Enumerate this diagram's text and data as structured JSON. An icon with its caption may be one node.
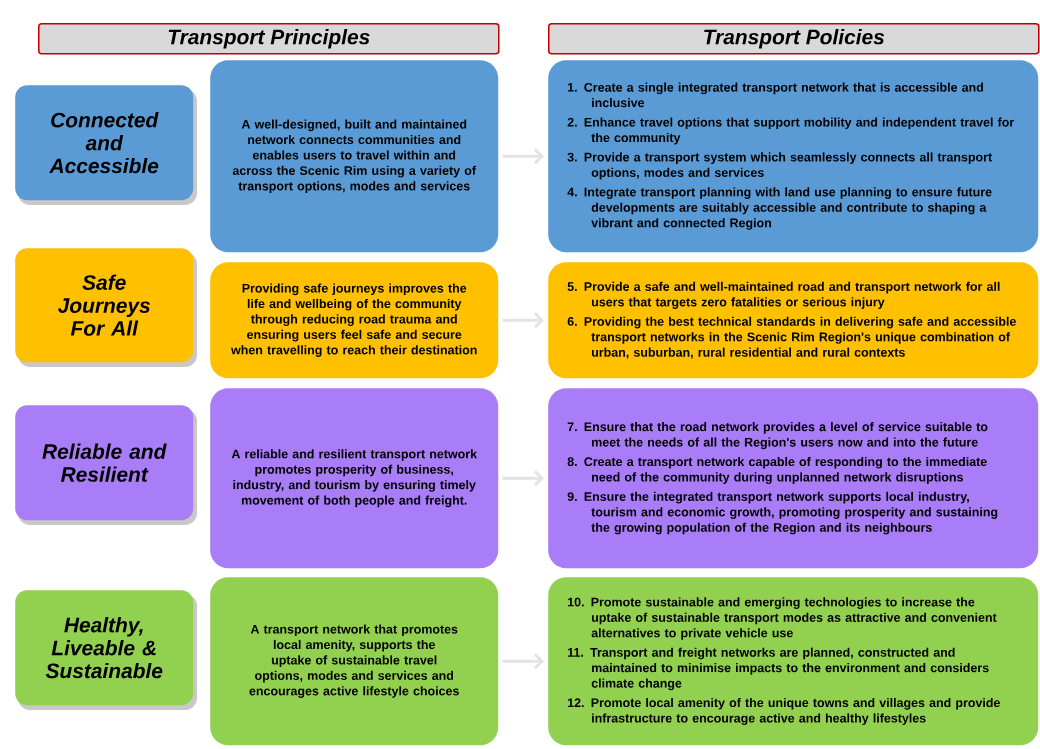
{
  "diagram": {
    "nodes": [
      {
        "text": [
          "Transport Principles"
        ]
      },
      {
        "text": [
          "Transport Policies"
        ]
      },
      {
        "text": [
          "Connected and Accessible"
        ]
      },
      {
        "text": [
          "A well-designed, built and maintained network connects communities and enables users to travel within and across the Scenic Rim using a variety of transport options, modes and services"
        ]
      },
      {
        "text": [
          "1. Create a single integrated transport network that is accessible and inclusive",
          "2. Enhance travel options that support mobility and independent travel for the community",
          "3. Provide a transport system which seamlessly connects all transport options, modes and services",
          "4. Integrate transport planning with land use planning to ensure future developments are suitably accessible and contribute to shaping a vibrant and connected Region"
        ]
      },
      {
        "text": [
          "Safe Journeys For All"
        ]
      },
      {
        "text": [
          "Providing safe journeys improves the life and wellbeing of the community through reducing road trauma and ensuring users feel safe and secure when travelling to reach their destination"
        ]
      },
      {
        "text": [
          "5. Provide a safe and well-maintained road and transport network for all users that targets zero fatalities or serious injury",
          "6. Providing the best technical standards in delivering safe and accessible transport networks in the Scenic Rim Region's unique combination of urban, suburban, rural residential and rural contexts"
        ]
      },
      {
        "text": [
          "Reliable and Resilient"
        ]
      },
      {
        "text": [
          "A reliable and resilient transport network promotes prosperity of business, industry, and tourism by ensuring timely movement of both people and freight."
        ]
      },
      {
        "text": [
          "7. Ensure that the road network provides a level of service suitable to meet the needs of all the Region's users now and into the future",
          "8. Create a transport network capable of responding to the immediate need of the community during unplanned network disruptions",
          "9. Ensure the integrated transport network supports local industry, tourism and economic growth, promoting prosperity and sustaining the growing population of the Region and its neighbours"
        ]
      },
      {
        "text": [
          "Healthy, Liveable & Sustainable"
        ]
      },
      {
        "text": [
          "A transport network that promotes local amenity, supports the uptake of sustainable travel options, modes and services and encourages active lifestyle choices"
        ]
      },
      {
        "text": [
          "10. Promote sustainable and emerging technologies to increase the uptake of sustainable transport modes as attractive and convenient alternatives to private vehicle use",
          "11. Transport and freight networks are planned, constructed and maintained to minimise impacts to the environment and considers climate change",
          "12. Promote local amenity of the unique towns and villages and provide infrastructure to encourage active and healthy lifestyles"
        ]
      }
    ],
    "edges": [
      {
        "from": 3,
        "to": 4,
        "arrow": "to"
      },
      {
        "from": 6,
        "to": 7,
        "arrow": "to"
      },
      {
        "from": 9,
        "to": 10,
        "arrow": "to"
      },
      {
        "from": 12,
        "to": 13,
        "arrow": "to"
      }
    ]
  }
}
